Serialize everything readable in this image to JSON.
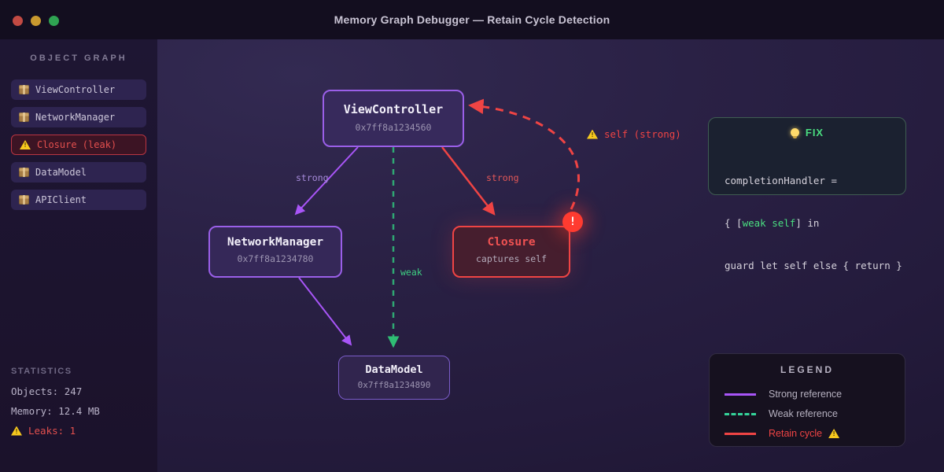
{
  "titlebar": {
    "title": "Memory Graph Debugger — Retain Cycle Detection"
  },
  "sidebar": {
    "header": "OBJECT GRAPH",
    "items": [
      {
        "label": "ViewController",
        "icon": "package-icon",
        "leak": false
      },
      {
        "label": "NetworkManager",
        "icon": "package-icon",
        "leak": false
      },
      {
        "label": "Closure (leak)",
        "icon": "warning-icon",
        "leak": true
      },
      {
        "label": "DataModel",
        "icon": "package-icon",
        "leak": false
      },
      {
        "label": "APIClient",
        "icon": "package-icon",
        "leak": false
      }
    ],
    "stats": {
      "header": "STATISTICS",
      "objects": "Objects: 247",
      "memory": "Memory: 12.4 MB",
      "leaks": "Leaks: 1"
    }
  },
  "graph": {
    "nodes": {
      "view_controller": {
        "title": "ViewController",
        "address": "0x7ff8a1234560"
      },
      "network_manager": {
        "title": "NetworkManager",
        "address": "0x7ff8a1234780"
      },
      "closure": {
        "title": "Closure",
        "subtitle": "captures self",
        "badge": "!"
      },
      "data_model": {
        "title": "DataModel",
        "address": "0x7ff8a1234890"
      }
    },
    "edge_labels": {
      "vc_nm": "strong",
      "vc_closure": "strong",
      "vc_dm": "weak",
      "cycle": "self (strong)"
    }
  },
  "fix": {
    "title": "FIX",
    "code_line1": "completionHandler =",
    "code_line2_pre": "{ [",
    "code_line2_highlight": "weak self",
    "code_line2_post": "] in",
    "code_line3": "guard let self else { return }"
  },
  "legend": {
    "header": "LEGEND",
    "items": [
      {
        "label": "Strong reference",
        "style": "strong"
      },
      {
        "label": "Weak reference",
        "style": "weak"
      },
      {
        "label": "Retain cycle",
        "style": "cycle"
      }
    ]
  },
  "colors": {
    "strong_reference": "#a855f7",
    "weak_reference": "#34d399",
    "retain_cycle": "#ef4444",
    "warning": "#f7c91e"
  }
}
